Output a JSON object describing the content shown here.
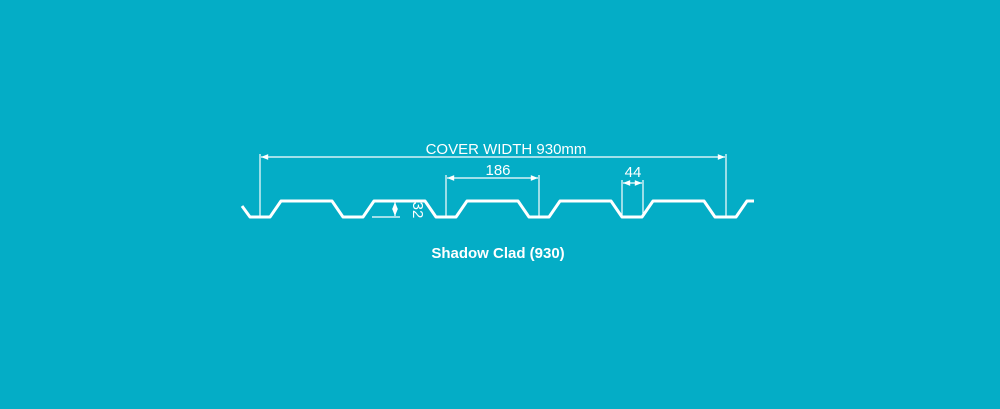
{
  "diagram": {
    "title": "Shadow Clad (930)",
    "cover_width_label": "COVER WIDTH 930mm",
    "pitch_label": "186",
    "pan_width_label": "44",
    "rib_height_label": "32",
    "colors": {
      "background": "#04adc6",
      "line": "#ffffff"
    }
  }
}
